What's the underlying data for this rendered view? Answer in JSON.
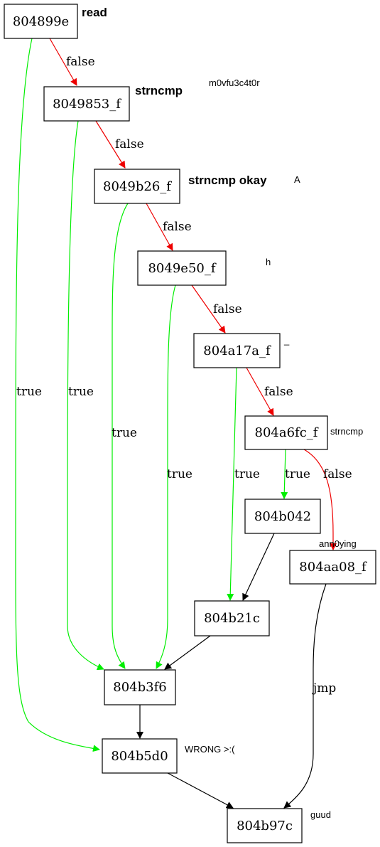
{
  "nodes": {
    "n804899e": "804899e",
    "n8049853": "8049853_f",
    "n8049b26": "8049b26_f",
    "n8049e50": "8049e50_f",
    "n804a17a": "804a17a_f",
    "n804a6fc": "804a6fc_f",
    "n804b042": "804b042",
    "n804aa08": "804aa08_f",
    "n804b21c": "804b21c",
    "n804b3f6": "804b3f6",
    "n804b5d0": "804b5d0",
    "n804b97c": "804b97c"
  },
  "annotations": {
    "read": "read",
    "strncmp1": "strncmp",
    "m0vfu": "m0vfu3c4t0r",
    "strncmp_okay": "strncmp okay",
    "a": "A",
    "h": "h",
    "underscore": "_",
    "strncmp2": "strncmp",
    "ann0ying": "ann0ying",
    "wrong": "WRONG >:(",
    "guud": "guud"
  },
  "edge_labels": {
    "e1_false": "false",
    "e2_false": "false",
    "e3_false": "false",
    "e4_false": "false",
    "e5_false": "false",
    "e6_false": "false",
    "t_804899e": "true",
    "t_8049853": "true",
    "t_8049b26": "true",
    "t_8049e50": "true",
    "t_804a17a": "true",
    "t_804a6fc": "true",
    "jmp": "jmp"
  },
  "colors": {
    "true_edge": "#00ee00",
    "false_edge": "#ee0000",
    "plain_edge": "#000000"
  }
}
